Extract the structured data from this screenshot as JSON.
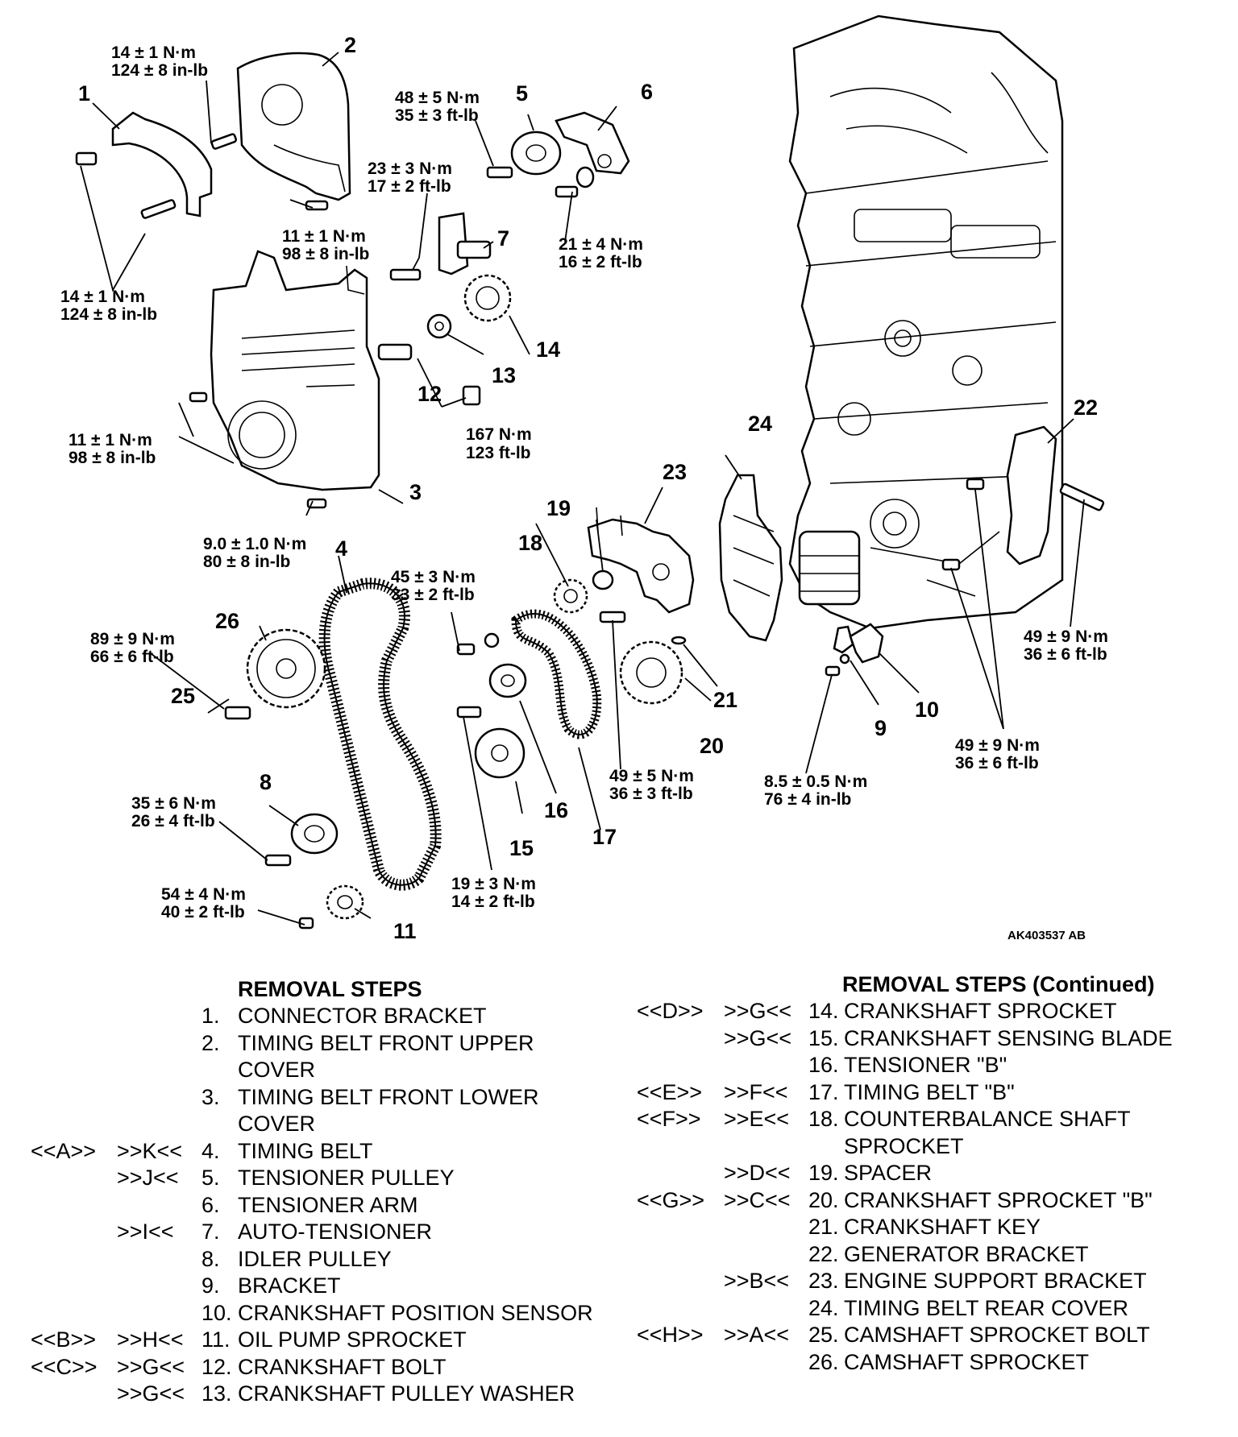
{
  "callouts": {
    "n1": "1",
    "n2": "2",
    "n3": "3",
    "n4": "4",
    "n5": "5",
    "n6": "6",
    "n7": "7",
    "n8": "8",
    "n9": "9",
    "n10": "10",
    "n11": "11",
    "n12": "12",
    "n13": "13",
    "n14": "14",
    "n15": "15",
    "n16": "16",
    "n17": "17",
    "n18": "18",
    "n19": "19",
    "n20": "20",
    "n21": "21",
    "n22": "22",
    "n23": "23",
    "n24": "24",
    "n25": "25",
    "n26": "26"
  },
  "torques": {
    "t_top_a1": "14 ± 1 N·m",
    "t_top_a2": "124 ± 8 in-lb",
    "t_left_a1": "14 ± 1 N·m",
    "t_left_a2": "124 ± 8 in-lb",
    "t_mid_a1": "11 ± 1 N·m",
    "t_mid_a2": "98 ± 8 in-lb",
    "t_left_b1": "11 ± 1 N·m",
    "t_left_b2": "98 ± 8 in-lb",
    "t_ninetwo1": "9.0 ± 1.0 N·m",
    "t_ninetwo2": "80 ± 8 in-lb",
    "t_48_1": "48 ± 5 N·m",
    "t_48_2": "35 ± 3 ft-lb",
    "t_23_1": "23 ± 3 N·m",
    "t_23_2": "17 ± 2 ft-lb",
    "t_21_1": "21 ± 4 N·m",
    "t_21_2": "16 ± 2 ft-lb",
    "t_167_1": "167 N·m",
    "t_167_2": "123 ft-lb",
    "t_45_1": "45 ± 3 N·m",
    "t_45_2": "33 ± 2 ft-lb",
    "t_89_1": "89 ± 9 N·m",
    "t_89_2": "66 ± 6 ft-lb",
    "t_35_1": "35 ± 6 N·m",
    "t_35_2": "26 ± 4 ft-lb",
    "t_54_1": "54 ± 4 N·m",
    "t_54_2": "40 ± 2 ft-lb",
    "t_19_1": "19 ± 3 N·m",
    "t_19_2": "14 ± 2 ft-lb",
    "t_49a_1": "49 ± 5 N·m",
    "t_49a_2": "36 ± 3 ft-lb",
    "t_49b_1": "49 ± 9 N·m",
    "t_49b_2": "36 ± 6 ft-lb",
    "t_49c_1": "49 ± 9 N·m",
    "t_49c_2": "36 ± 6 ft-lb",
    "t_85_1": "8.5 ± 0.5 N·m",
    "t_85_2": "76 ± 4 in-lb"
  },
  "figure_code": "AK403537 AB",
  "removal_left": {
    "heading": "REMOVAL STEPS",
    "rows": [
      {
        "a": "",
        "b": "",
        "num": "1.",
        "name": "CONNECTOR BRACKET"
      },
      {
        "a": "",
        "b": "",
        "num": "2.",
        "name": "TIMING BELT FRONT UPPER"
      },
      {
        "a": "",
        "b": "",
        "num": "",
        "name": "COVER"
      },
      {
        "a": "",
        "b": "",
        "num": "3.",
        "name": "TIMING BELT FRONT LOWER"
      },
      {
        "a": "",
        "b": "",
        "num": "",
        "name": "COVER"
      },
      {
        "a": "<<A>>",
        "b": ">>K<<",
        "num": "4.",
        "name": "TIMING BELT"
      },
      {
        "a": "",
        "b": ">>J<<",
        "num": "5.",
        "name": "TENSIONER PULLEY"
      },
      {
        "a": "",
        "b": "",
        "num": "6.",
        "name": "TENSIONER ARM"
      },
      {
        "a": "",
        "b": ">>I<<",
        "num": "7.",
        "name": "AUTO-TENSIONER"
      },
      {
        "a": "",
        "b": "",
        "num": "8.",
        "name": "IDLER PULLEY"
      },
      {
        "a": "",
        "b": "",
        "num": "9.",
        "name": "BRACKET"
      },
      {
        "a": "",
        "b": "",
        "num": "10.",
        "name": "CRANKSHAFT POSITION SENSOR"
      },
      {
        "a": "<<B>>",
        "b": ">>H<<",
        "num": "11.",
        "name": "OIL PUMP SPROCKET"
      },
      {
        "a": "<<C>>",
        "b": ">>G<<",
        "num": "12.",
        "name": "CRANKSHAFT BOLT"
      },
      {
        "a": "",
        "b": ">>G<<",
        "num": "13.",
        "name": "CRANKSHAFT PULLEY WASHER"
      }
    ]
  },
  "removal_right": {
    "heading": "REMOVAL STEPS (Continued)",
    "rows": [
      {
        "a": "<<D>>",
        "b": ">>G<<",
        "num": "14.",
        "name": "CRANKSHAFT SPROCKET"
      },
      {
        "a": "",
        "b": ">>G<<",
        "num": "15.",
        "name": "CRANKSHAFT SENSING BLADE"
      },
      {
        "a": "",
        "b": "",
        "num": "16.",
        "name": "TENSIONER \"B\""
      },
      {
        "a": "<<E>>",
        "b": ">>F<<",
        "num": "17.",
        "name": "TIMING BELT \"B\""
      },
      {
        "a": "<<F>>",
        "b": ">>E<<",
        "num": "18.",
        "name": "COUNTERBALANCE SHAFT"
      },
      {
        "a": "",
        "b": "",
        "num": "",
        "name": "SPROCKET"
      },
      {
        "a": "",
        "b": ">>D<<",
        "num": "19.",
        "name": "SPACER"
      },
      {
        "a": "<<G>>",
        "b": ">>C<<",
        "num": "20.",
        "name": "CRANKSHAFT SPROCKET \"B\""
      },
      {
        "a": "",
        "b": "",
        "num": "21.",
        "name": "CRANKSHAFT KEY"
      },
      {
        "a": "",
        "b": "",
        "num": "22.",
        "name": "GENERATOR BRACKET"
      },
      {
        "a": "",
        "b": ">>B<<",
        "num": "23.",
        "name": "ENGINE SUPPORT BRACKET"
      },
      {
        "a": "",
        "b": "",
        "num": "24.",
        "name": "TIMING BELT REAR COVER"
      },
      {
        "a": "<<H>>",
        "b": ">>A<<",
        "num": "25.",
        "name": "CAMSHAFT SPROCKET BOLT"
      },
      {
        "a": "",
        "b": "",
        "num": "26.",
        "name": "CAMSHAFT SPROCKET"
      }
    ]
  }
}
